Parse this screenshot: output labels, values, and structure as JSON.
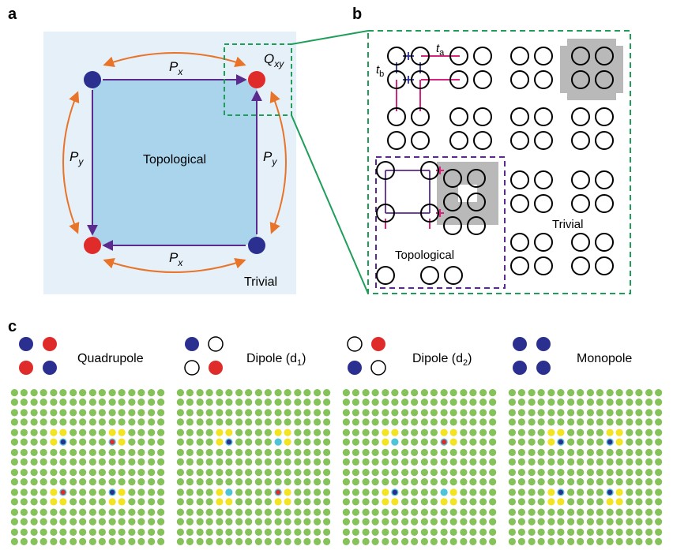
{
  "panel_a": {
    "letter": "a",
    "px_label": "P",
    "px_sub": "x",
    "py_label": "P",
    "py_sub": "y",
    "qxy_label": "Q",
    "qxy_sub": "xy",
    "topological_label": "Topological",
    "trivial_label": "Trivial"
  },
  "panel_b": {
    "letter": "b",
    "ta_label": "t",
    "ta_sub": "a",
    "tb_label": "t",
    "tb_sub": "b",
    "topological_label": "Topological",
    "trivial_label": "Trivial"
  },
  "panel_c": {
    "letter": "c",
    "quadrupole_label": "Quadrupole",
    "dipole1_label": "Dipole (d",
    "dipole1_sub": "1",
    "dipole1_end": ")",
    "dipole2_label": "Dipole (d",
    "dipole2_sub": "2",
    "dipole2_end": ")",
    "monopole_label": "Monopole",
    "patterns": [
      [
        "blue",
        "red",
        "red",
        "blue"
      ],
      [
        "blue",
        "white",
        "white",
        "red"
      ],
      [
        "white",
        "red",
        "blue",
        "white"
      ],
      [
        "blue",
        "blue",
        "blue",
        "blue"
      ]
    ]
  },
  "colors": {
    "blue": "#2b2f8f",
    "red": "#e02b2b",
    "orange": "#e8742a",
    "purple": "#5a2a8c",
    "magenta": "#d6247e",
    "green_dash": "#1f9e5a",
    "panel_bg": "#e6f0f8",
    "topo_fill": "#a9d4ec",
    "lattice_green": "#86c25a",
    "yellow": "#f2e324",
    "cyan": "#4fc3d8"
  }
}
